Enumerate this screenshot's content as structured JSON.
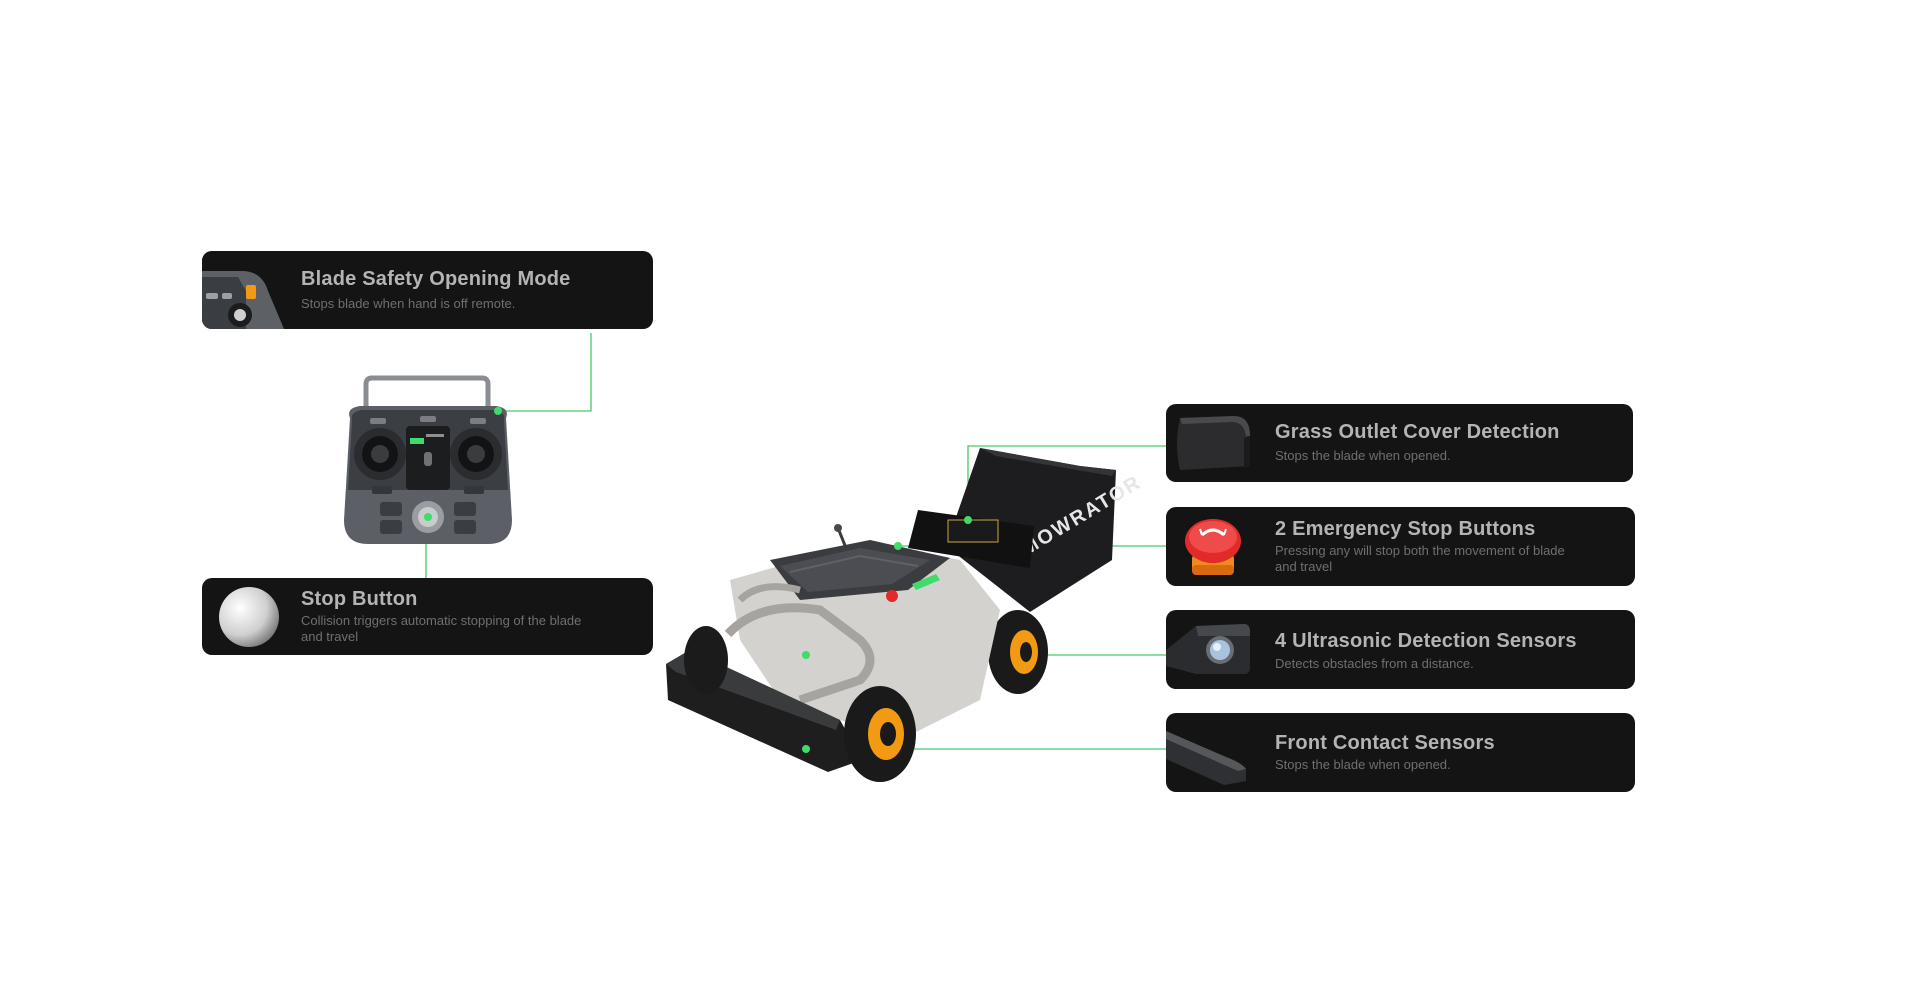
{
  "features": {
    "blade_safety": {
      "icon": "remote-corner-thumbnail-icon",
      "title": "Blade Safety Opening Mode",
      "desc": "Stops blade when hand is off remote."
    },
    "stop_button": {
      "icon": "white-button-thumbnail-icon",
      "title": "Stop Button",
      "desc": "Collision triggers automatic stopping of the blade and travel"
    },
    "grass_outlet": {
      "icon": "outlet-cover-thumbnail-icon",
      "title": "Grass Outlet Cover Detection",
      "desc": "Stops the blade when opened."
    },
    "emergency_stop": {
      "icon": "red-emergency-button-thumbnail-icon",
      "title": "2 Emergency Stop Buttons",
      "desc": "Pressing any will stop both the movement of blade and travel"
    },
    "ultrasonic": {
      "icon": "ultrasonic-sensor-thumbnail-icon",
      "title": "4 Ultrasonic Detection Sensors",
      "desc": "Detects obstacles from a distance."
    },
    "front_contact": {
      "icon": "front-bumper-thumbnail-icon",
      "title": "Front Contact Sensors",
      "desc": "Stops the blade when opened."
    }
  },
  "product": {
    "brand_on_collector": "MOWRATOR",
    "icon": "robotic-lawn-mower-icon"
  },
  "remote": {
    "icon": "remote-controller-icon"
  },
  "colors": {
    "card_bg": "#141414",
    "title": "#b4b4b4",
    "desc": "#6f6f6f",
    "accent_green": "#3ddc6b",
    "wheel_orange": "#f29a12"
  }
}
